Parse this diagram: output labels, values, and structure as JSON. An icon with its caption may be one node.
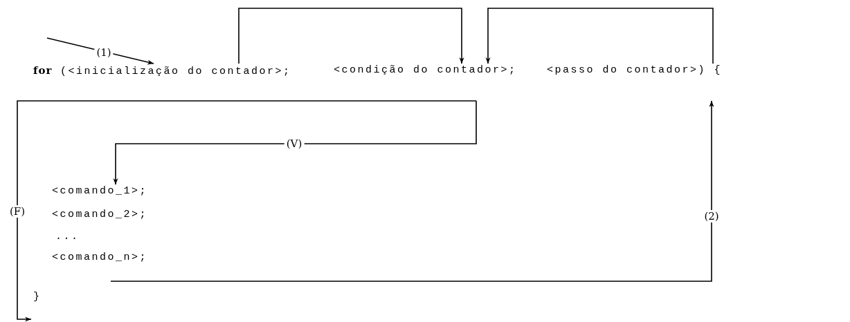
{
  "diagram": {
    "nodes": [
      {
        "text": [
          "**for** (<inicialização do contador>;"
        ]
      },
      {
        "text": [
          "<condição do contador>;"
        ]
      },
      {
        "text": [
          "<passo do contador>) {"
        ]
      },
      {
        "text": [
          "<comando_1>;"
        ]
      },
      {
        "text": [
          "<comando_2>;"
        ]
      },
      {
        "text": [
          "<comando_n>;"
        ]
      }
    ],
    "edges": [
      {
        "from": null,
        "to": 0,
        "arrow": "to",
        "label": "(1)"
      },
      {
        "from": 0,
        "to": 1,
        "arrow": "to"
      },
      {
        "from": 2,
        "to": 1,
        "arrow": "to"
      },
      {
        "from": 1,
        "to": 3,
        "arrow": "to",
        "label": "(V)"
      },
      {
        "from": 1,
        "to": null,
        "arrow": "to",
        "label": "(F)"
      },
      {
        "from": 5,
        "to": 2,
        "arrow": "to",
        "label": "(2)"
      }
    ],
    "labels": [
      "...",
      "}"
    ]
  }
}
